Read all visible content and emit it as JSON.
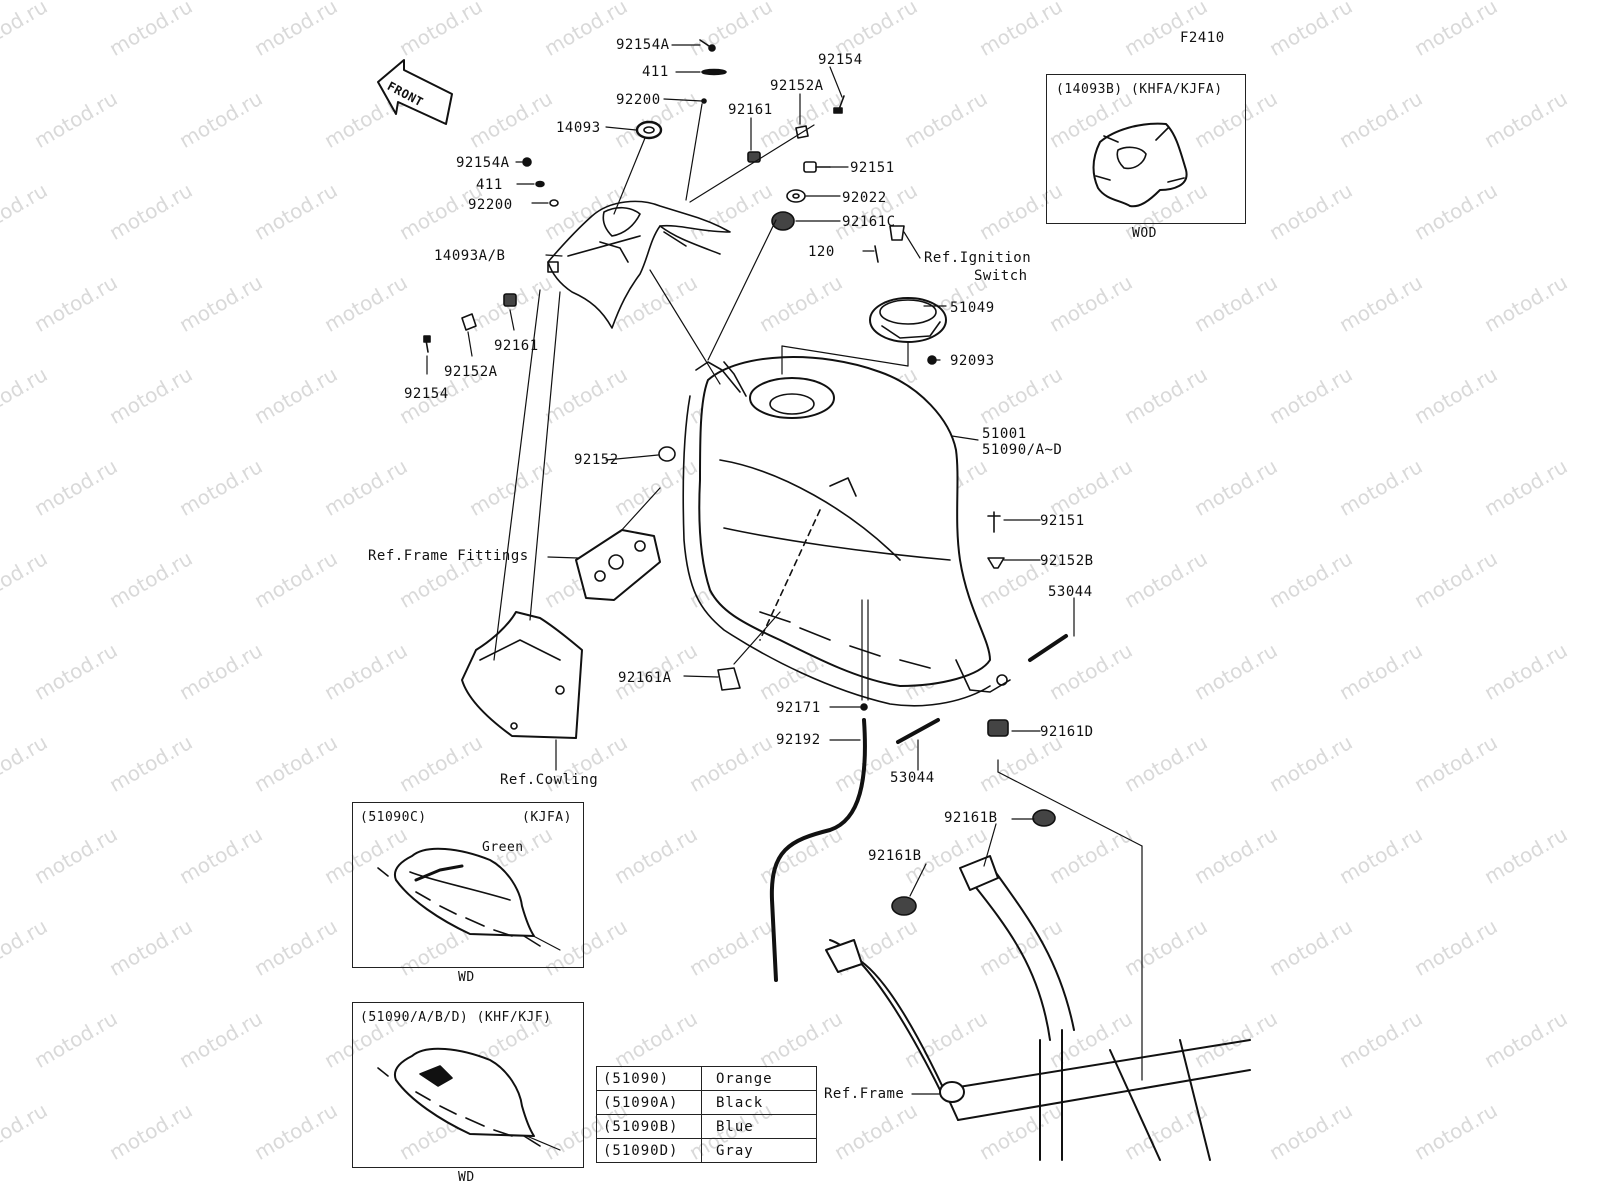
{
  "diagram_code": "F2410",
  "watermark": "motod.ru",
  "front_label": "FRONT",
  "labels": {
    "p92154A_top": "92154A",
    "p411_top": "411",
    "p92200_top": "92200",
    "p14093": "14093",
    "p92161_top": "92161",
    "p92152A_top": "92152A",
    "p92154_top": "92154",
    "p92151_top": "92151",
    "p92022": "92022",
    "p92161C": "92161C",
    "p92154A_left": "92154A",
    "p411_left": "411",
    "p92200_left": "92200",
    "p14093AB": "14093A/B",
    "p92161_left": "92161",
    "p92152A_left": "92152A",
    "p92154_left": "92154",
    "ref_ignition_1": "Ref.Ignition",
    "ref_ignition_2": "Switch",
    "p120": "120",
    "p51049": "51049",
    "p92093": "92093",
    "p51001": "51001",
    "p51090": "51090/A~D",
    "p92152": "92152",
    "ref_frame_fittings": "Ref.Frame Fittings",
    "p92151_right": "92151",
    "p92152B": "92152B",
    "p53044_right": "53044",
    "p92161A": "92161A",
    "p92171": "92171",
    "p92192": "92192",
    "p92161D": "92161D",
    "p53044_bottom": "53044",
    "ref_cowling": "Ref.Cowling",
    "p92161B_top": "92161B",
    "p92161B_left": "92161B",
    "ref_frame": "Ref.Frame"
  },
  "inset_wod": {
    "caption": "(14093B) (KHFA/KJFA)",
    "footer": "WOD"
  },
  "inset_green": {
    "caption_left": "(51090C)",
    "caption_right": "(KJFA)",
    "color_label": "Green",
    "footer": "WD"
  },
  "inset_khf": {
    "caption": "(51090/A/B/D) (KHF/KJF)",
    "footer": "WD"
  },
  "color_table": {
    "rows": [
      {
        "code": "(51090)",
        "color": "Orange"
      },
      {
        "code": "(51090A)",
        "color": "Black"
      },
      {
        "code": "(51090B)",
        "color": "Blue"
      },
      {
        "code": "(51090D)",
        "color": "Gray"
      }
    ]
  }
}
